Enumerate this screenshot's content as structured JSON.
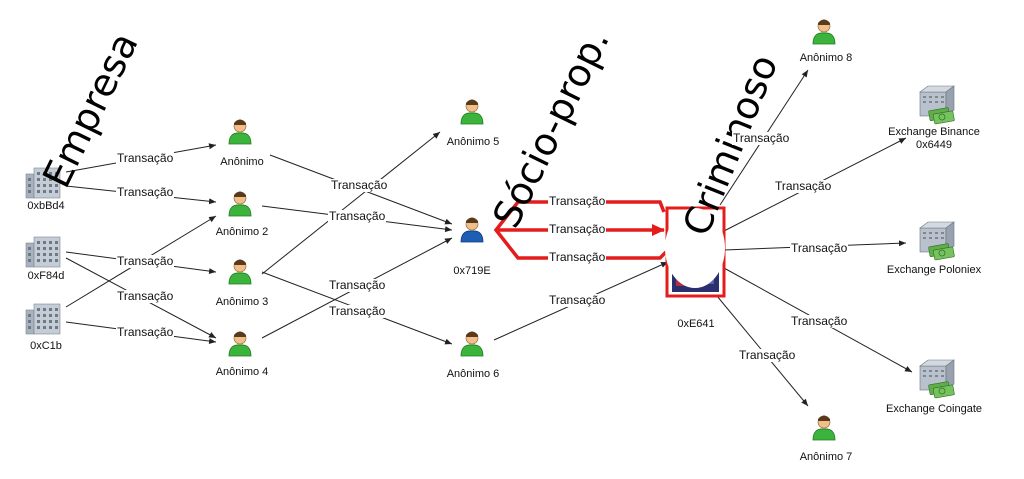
{
  "titles": {
    "empresa": "Empresa",
    "socio": "Sócio-prop.",
    "criminoso": "Criminoso"
  },
  "edge_label": "Transação",
  "nodes": {
    "bbd4": "0xbBd4",
    "f84d": "0xF84d",
    "c1b": "0xC1b",
    "anonimo": "Anônimo",
    "anonimo2": "Anônimo 2",
    "anonimo3": "Anônimo 3",
    "anonimo4": "Anônimo 4",
    "anonimo5": "Anônimo 5",
    "anonimo6": "Anônimo 6",
    "x719e": "0x719E",
    "xe641": "0xE641",
    "anonimo7": "Anônimo 7",
    "anonimo8": "Anônimo 8",
    "binance_line1": "Exchange Binance",
    "binance_line2": "0x6449",
    "poloniex": "Exchange Poloniex",
    "coingate": "Exchange Coingate"
  },
  "icons": {
    "building": "building-icon",
    "person": "person-icon",
    "person_highlight": "person-blue-icon",
    "exchange": "exchange-money-icon",
    "criminal": "criminal-node-icon"
  },
  "colors": {
    "highlight_red": "#e41c1c",
    "person_green": "#3cb43c",
    "person_blue": "#1e5fb4"
  }
}
